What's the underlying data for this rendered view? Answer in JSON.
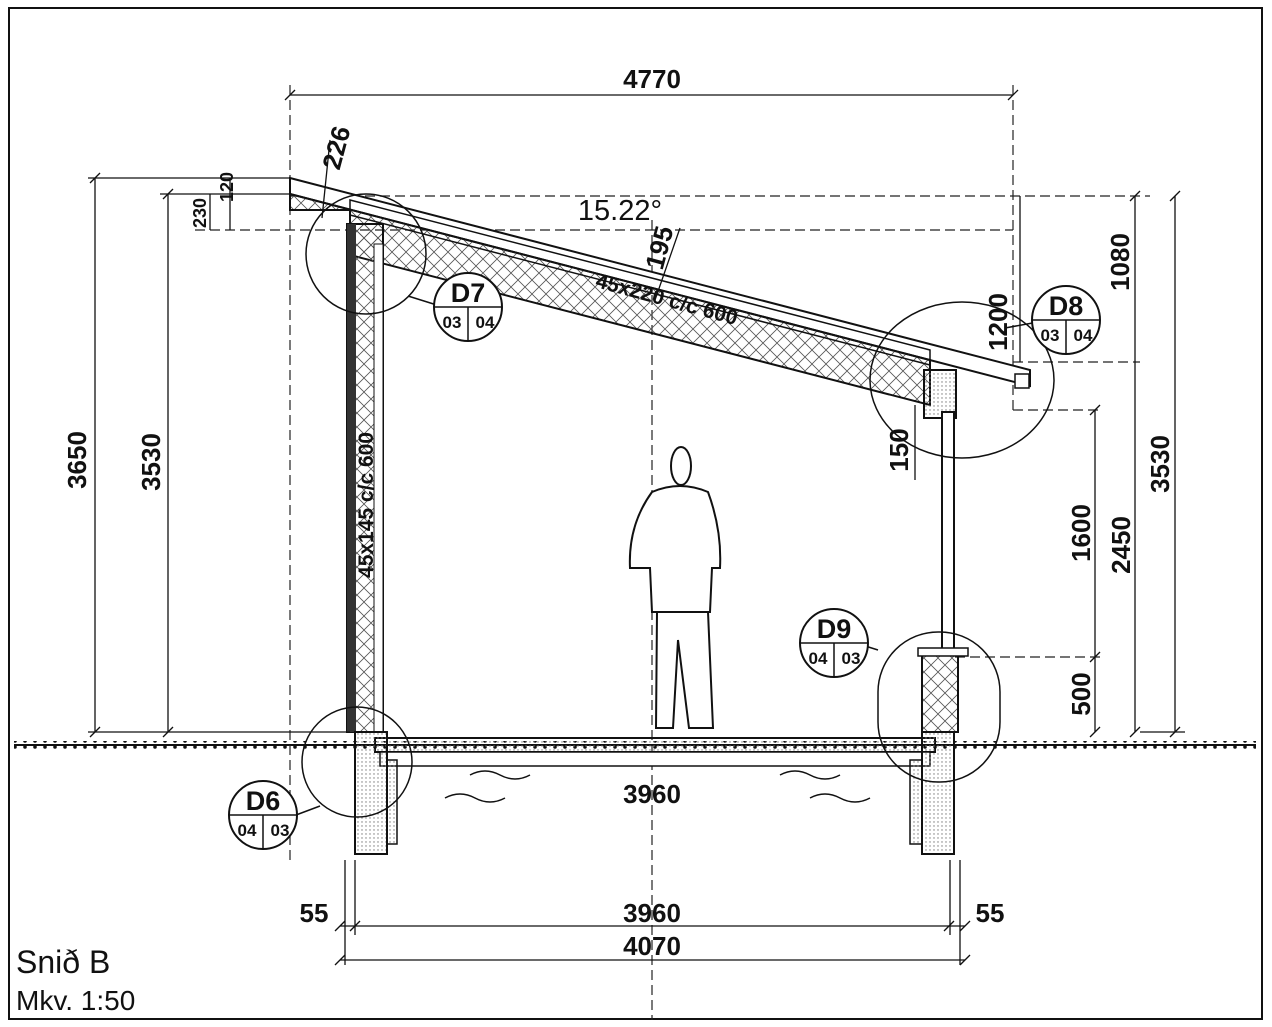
{
  "title": {
    "section": "Snið B",
    "scale": "Mkv. 1:50"
  },
  "dimensions": {
    "overall_top": "4770",
    "eave_offset": "226",
    "fascia_120": "120",
    "fascia_230": "230",
    "roof_angle": "15.22°",
    "rafter_depth": "195",
    "left_total_height": "3650",
    "left_wall_height": "3530",
    "right_total_height": "3530",
    "right_upper": "1080",
    "right_1200": "1200",
    "header_150": "150",
    "window_1600": "1600",
    "window_2450": "2450",
    "sill_500": "500",
    "floor_inner": "3960",
    "bottom_left_55": "55",
    "bottom_inner": "3960",
    "bottom_right_55": "55",
    "bottom_total": "4070"
  },
  "members": {
    "rafter": "45x220 c/c 600",
    "stud": "45x145 c/c 600"
  },
  "details": [
    {
      "id": "D7",
      "sheet_a": "03",
      "sheet_b": "04"
    },
    {
      "id": "D8",
      "sheet_a": "03",
      "sheet_b": "04"
    },
    {
      "id": "D9",
      "sheet_a": "04",
      "sheet_b": "03"
    },
    {
      "id": "D6",
      "sheet_a": "04",
      "sheet_b": "03"
    }
  ]
}
